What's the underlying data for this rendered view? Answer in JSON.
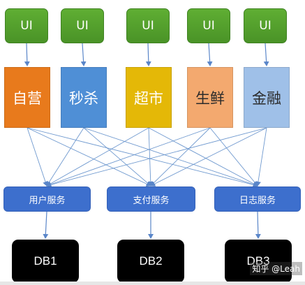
{
  "ui_layer": [
    {
      "label": "UI"
    },
    {
      "label": "UI"
    },
    {
      "label": "UI"
    },
    {
      "label": "UI"
    },
    {
      "label": "UI"
    }
  ],
  "business_layer": [
    {
      "label": "自营",
      "color": "#e87a1c"
    },
    {
      "label": "秒杀",
      "color": "#4f8fd6"
    },
    {
      "label": "超市",
      "color": "#e4b807"
    },
    {
      "label": "生鲜",
      "color": "#f3a96f",
      "text_color": "#2b2b2b"
    },
    {
      "label": "金融",
      "color": "#9fc0e8",
      "text_color": "#2b2b2b"
    }
  ],
  "service_layer": [
    {
      "label": "用户服务"
    },
    {
      "label": "支付服务"
    },
    {
      "label": "日志服务"
    }
  ],
  "db_layer": [
    {
      "label": "DB1"
    },
    {
      "label": "DB2"
    },
    {
      "label": "DB3"
    }
  ],
  "watermark": "知乎 @Leah",
  "colors": {
    "arrow": "#5a86c9",
    "mesh_line": "#6f99cf"
  }
}
